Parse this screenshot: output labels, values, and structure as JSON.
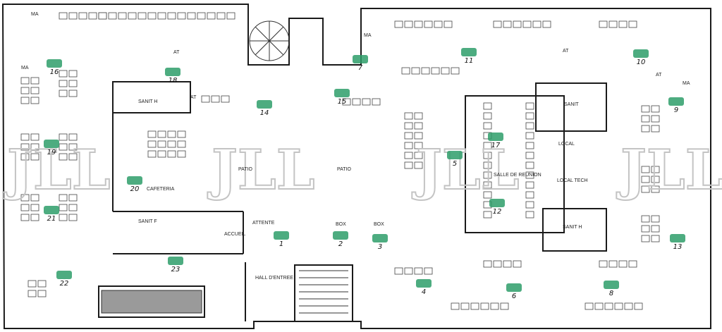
{
  "watermark": {
    "text": "JLL"
  },
  "rooms": {
    "ma_1": "MA",
    "ma_2": "MA",
    "ma_3": "MA",
    "ma_4": "MA",
    "at_1": "AT",
    "at_2": "AT",
    "at_3": "AT",
    "at_4": "AT",
    "toilets_1": "SANIT H",
    "toilets_2": "SANIT F",
    "toilets_3": "SANIT",
    "toilets_4": "SANIT H",
    "cafeteria": "CAFETERIA",
    "patio_1": "PATIO",
    "patio_2": "PATIO",
    "accueil": "ACCUEIL",
    "attente": "ATTENTE",
    "box_1": "BOX",
    "box_2": "BOX",
    "entrance": "HALL D'ENTREE",
    "meeting": "SALLE DE REUNION",
    "logistics_1": "LOCAL",
    "logistics_2": "LOCAL TECH"
  },
  "zones": [
    "1",
    "2",
    "3",
    "4",
    "5",
    "6",
    "7",
    "8",
    "9",
    "10",
    "11",
    "12",
    "13",
    "14",
    "15",
    "16",
    "17",
    "18",
    "19",
    "20",
    "21",
    "22",
    "23"
  ],
  "colors": {
    "marker": "#2e9e6a",
    "line": "#1a1a1a",
    "watermark": "#c4c4c4"
  }
}
